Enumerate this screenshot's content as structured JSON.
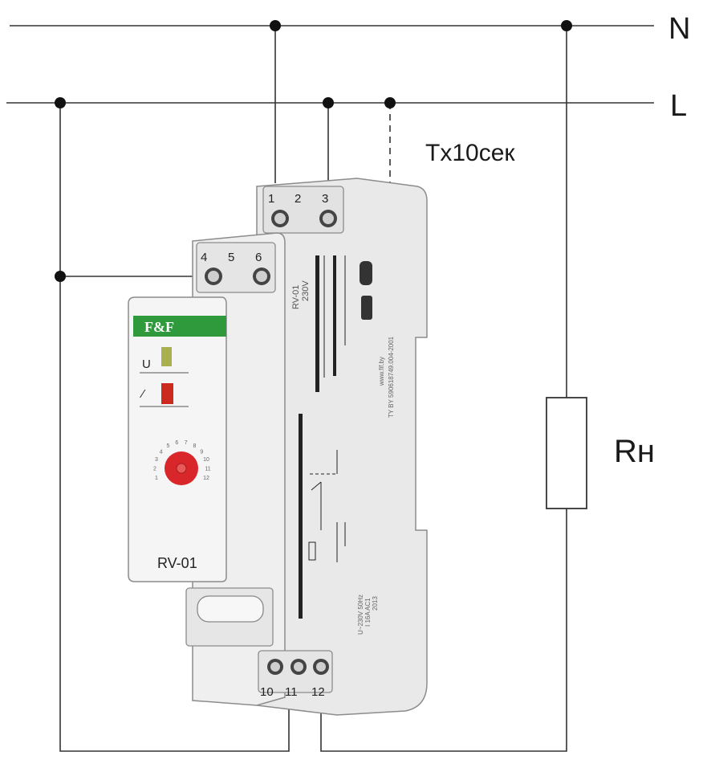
{
  "title": "",
  "lines": {
    "neutral_label": "N",
    "live_label": "L"
  },
  "timing_label": "Tx10сек",
  "load_label": "Rн",
  "device": {
    "model": "RV-01",
    "brand": "F&F",
    "side_model": "RV-01",
    "side_voltage": "230V",
    "side_web": "www.fif.by",
    "side_spec": "TY BY 590618749.004-2001",
    "rating_1": "U~230V 50Hz",
    "rating_2": "I 16A AC1",
    "rating_3": "2013",
    "indicator_power": "U",
    "indicator_relay": "⁄",
    "accent_color": "#2f9a3c",
    "led_power_color": "#a8b050",
    "led_relay_color": "#cc2a1e",
    "knob_color": "#d9262a"
  },
  "terminals": {
    "top_rear": [
      "1",
      "2",
      "3"
    ],
    "top_front": [
      "4",
      "5",
      "6"
    ],
    "bottom": [
      "10",
      "11",
      "12"
    ]
  },
  "dial_marks": [
    "1",
    "2",
    "3",
    "4",
    "5",
    "6",
    "7",
    "8",
    "9",
    "10",
    "11",
    "12"
  ]
}
